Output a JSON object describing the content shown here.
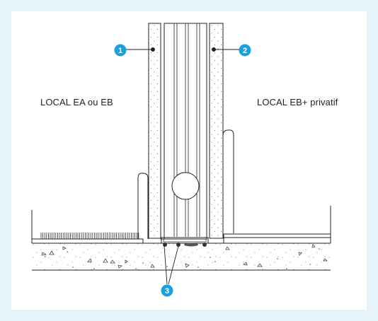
{
  "labels": {
    "left_room": "LOCAL EA ou EB",
    "right_room": "LOCAL EB+ privatif"
  },
  "callouts": [
    {
      "id": "1"
    },
    {
      "id": "2"
    },
    {
      "id": "3"
    }
  ],
  "colors": {
    "frame_background": "#e6f3fb",
    "callout_fill": "#1aa0dc",
    "line": "#222222"
  }
}
